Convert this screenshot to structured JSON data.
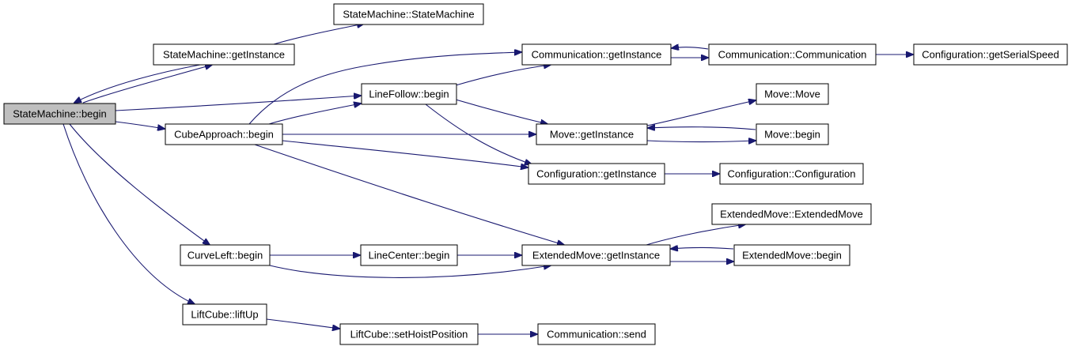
{
  "graph": {
    "edge_color": "#191970",
    "root_fill": "#bfbfbf",
    "nodes": [
      {
        "id": "sm_begin",
        "label": "StateMachine::begin",
        "root": true
      },
      {
        "id": "sm_ctor",
        "label": "StateMachine::StateMachine"
      },
      {
        "id": "sm_getInstance",
        "label": "StateMachine::getInstance"
      },
      {
        "id": "lf_begin",
        "label": "LineFollow::begin"
      },
      {
        "id": "ca_begin",
        "label": "CubeApproach::begin"
      },
      {
        "id": "comm_getInstance",
        "label": "Communication::getInstance"
      },
      {
        "id": "comm_ctor",
        "label": "Communication::Communication"
      },
      {
        "id": "cfg_serial",
        "label": "Configuration::getSerialSpeed"
      },
      {
        "id": "move_move",
        "label": "Move::Move"
      },
      {
        "id": "move_getInstance",
        "label": "Move::getInstance"
      },
      {
        "id": "move_begin",
        "label": "Move::begin"
      },
      {
        "id": "cfg_getInstance",
        "label": "Configuration::getInstance"
      },
      {
        "id": "cfg_ctor",
        "label": "Configuration::Configuration"
      },
      {
        "id": "em_ctor",
        "label": "ExtendedMove::ExtendedMove"
      },
      {
        "id": "em_getInstance",
        "label": "ExtendedMove::getInstance"
      },
      {
        "id": "em_begin",
        "label": "ExtendedMove::begin"
      },
      {
        "id": "cl_begin",
        "label": "CurveLeft::begin"
      },
      {
        "id": "lc_begin",
        "label": "LineCenter::begin"
      },
      {
        "id": "lift_up",
        "label": "LiftCube::liftUp"
      },
      {
        "id": "lift_hoist",
        "label": "LiftCube::setHoistPosition"
      },
      {
        "id": "comm_send",
        "label": "Communication::send"
      }
    ],
    "edges": [
      [
        "sm_begin",
        "sm_getInstance"
      ],
      [
        "sm_getInstance",
        "sm_begin"
      ],
      [
        "sm_getInstance",
        "sm_ctor"
      ],
      [
        "sm_begin",
        "lf_begin"
      ],
      [
        "sm_begin",
        "ca_begin"
      ],
      [
        "sm_begin",
        "cl_begin"
      ],
      [
        "sm_begin",
        "lift_up"
      ],
      [
        "lf_begin",
        "comm_getInstance"
      ],
      [
        "lf_begin",
        "move_getInstance"
      ],
      [
        "lf_begin",
        "cfg_getInstance"
      ],
      [
        "ca_begin",
        "comm_getInstance"
      ],
      [
        "ca_begin",
        "lf_begin"
      ],
      [
        "ca_begin",
        "move_getInstance"
      ],
      [
        "ca_begin",
        "cfg_getInstance"
      ],
      [
        "ca_begin",
        "em_getInstance"
      ],
      [
        "comm_getInstance",
        "comm_ctor"
      ],
      [
        "comm_ctor",
        "comm_getInstance"
      ],
      [
        "comm_ctor",
        "cfg_serial"
      ],
      [
        "move_getInstance",
        "move_move"
      ],
      [
        "move_getInstance",
        "move_begin"
      ],
      [
        "move_begin",
        "move_getInstance"
      ],
      [
        "cfg_getInstance",
        "cfg_ctor"
      ],
      [
        "em_getInstance",
        "em_ctor"
      ],
      [
        "em_getInstance",
        "em_begin"
      ],
      [
        "em_begin",
        "em_getInstance"
      ],
      [
        "cl_begin",
        "lc_begin"
      ],
      [
        "cl_begin",
        "em_getInstance"
      ],
      [
        "lc_begin",
        "em_getInstance"
      ],
      [
        "lift_up",
        "lift_hoist"
      ],
      [
        "lift_hoist",
        "comm_send"
      ]
    ]
  }
}
